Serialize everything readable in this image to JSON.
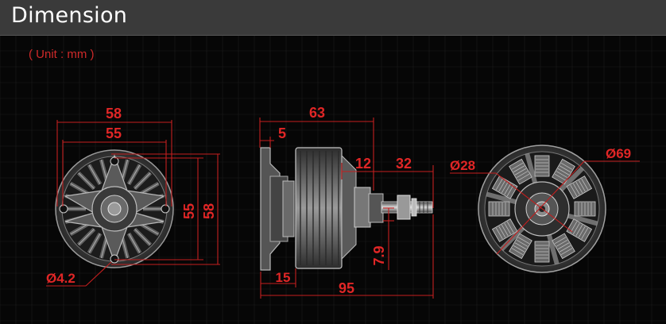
{
  "header": {
    "title": "Dimension"
  },
  "unit_label": "( Unit : mm )",
  "colors": {
    "header_bg": "#3a3a3a",
    "dimension_red": "#e02626",
    "background": "#060606",
    "part_gray": "#8a8a8a"
  },
  "front_view": {
    "width_outer": "58",
    "width_inner": "55",
    "height_inner": "55",
    "height_outer": "58",
    "hole_diameter": "Ø4.2"
  },
  "side_view": {
    "total_top": "63",
    "flange": "5",
    "bell_gap": "12",
    "shaft_length": "32",
    "shaft_height": "7.9",
    "base_length": "15",
    "total_length": "95"
  },
  "rear_view": {
    "inner_diameter": "Ø28",
    "outer_diameter": "Ø69"
  }
}
